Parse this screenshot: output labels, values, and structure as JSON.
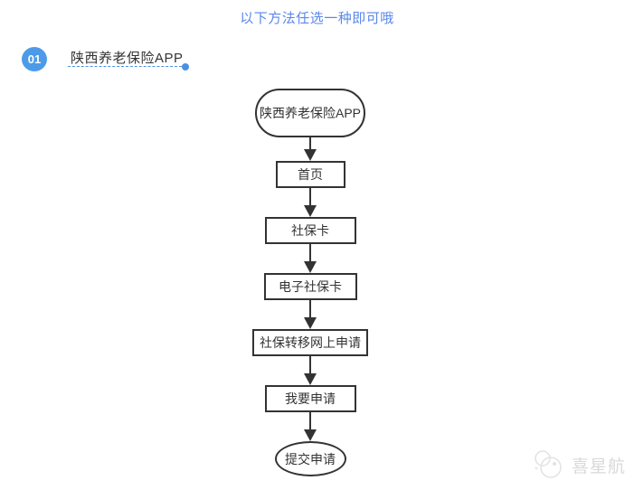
{
  "page": {
    "title": "以下方法任选一种即可哦",
    "section": {
      "badge": "01",
      "label": "陕西养老保险APP"
    },
    "watermark": {
      "name": "喜星航"
    }
  },
  "flowchart": {
    "nodes": [
      {
        "label": "陕西养老保险APP",
        "shape": "stadium"
      },
      {
        "label": "首页",
        "shape": "rect"
      },
      {
        "label": "社保卡",
        "shape": "rect"
      },
      {
        "label": "电子社保卡",
        "shape": "rect"
      },
      {
        "label": "社保转移网上申请",
        "shape": "rect"
      },
      {
        "label": "我要申请",
        "shape": "rect"
      },
      {
        "label": "提交申请",
        "shape": "ellipse"
      }
    ]
  },
  "icons": {
    "watermark_logo": "overlapping-circles-logo"
  },
  "colors": {
    "title_blue": "#5b87ec",
    "badge_blue": "#4d9be8",
    "dashed_line_blue": "#4a90e2",
    "node_border": "#333333",
    "node_text": "#333333",
    "watermark_gray": "#d9d9d9",
    "background": "#ffffff"
  }
}
